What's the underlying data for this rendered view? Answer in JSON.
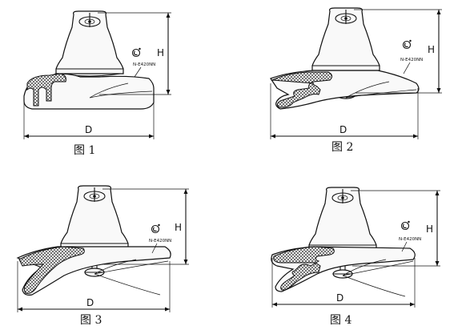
{
  "figures": [
    {
      "caption": "图 1",
      "d_label": "D",
      "h_label": "H",
      "marking": "N-E420NN",
      "symbol": "Ⓒ"
    },
    {
      "caption": "图 2",
      "d_label": "D",
      "h_label": "H",
      "marking": "N-E420NN",
      "symbol": "Ⓒ"
    },
    {
      "caption": "图 3",
      "d_label": "D",
      "h_label": "H",
      "marking": "N-E420NN",
      "symbol": "Ⓒ"
    },
    {
      "caption": "图 4",
      "d_label": "D",
      "h_label": "H",
      "marking": "N-E420NN",
      "symbol": "Ⓒ"
    }
  ]
}
